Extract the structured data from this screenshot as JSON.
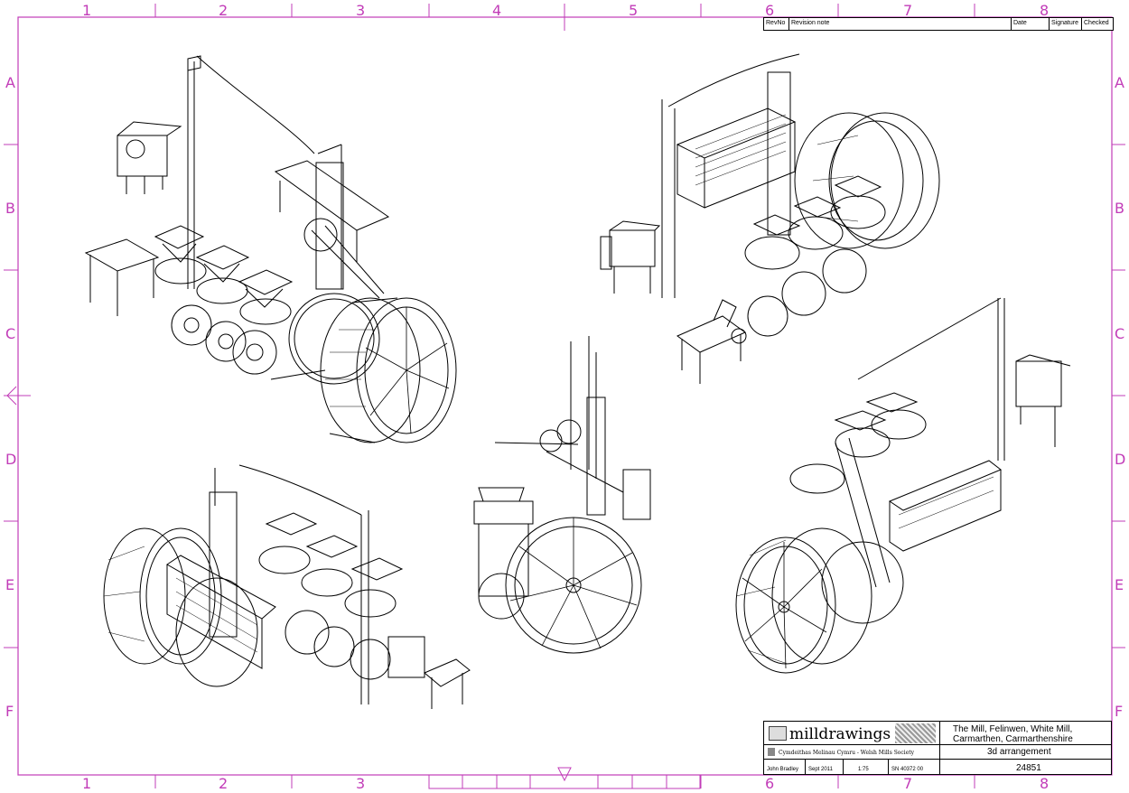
{
  "zones": {
    "columns": [
      "1",
      "2",
      "3",
      "4",
      "5",
      "6",
      "7",
      "8"
    ],
    "rows": [
      "A",
      "B",
      "C",
      "D",
      "E",
      "F"
    ]
  },
  "revision_table": {
    "rev_no": "RevNo",
    "note": "Revision note",
    "date": "Date",
    "signature": "Signature",
    "checked": "Checked"
  },
  "title_block": {
    "logo_text": "milldrawings",
    "society_line": "Cymdeithas Melinau Cymru - Welsh Mills Society",
    "project_lines": [
      "The Mill, Felinwen, White Mill,",
      "Carmarthen, Carmarthenshire"
    ],
    "drawing_title": "3d arrangement",
    "drawn_by": "John Bradley",
    "date": "Sept 2011",
    "scale": "1:75",
    "grid_ref": "SN 40372 00",
    "drawing_no": "24851"
  },
  "colors": {
    "border": "#c23cb8",
    "line": "#000000"
  }
}
